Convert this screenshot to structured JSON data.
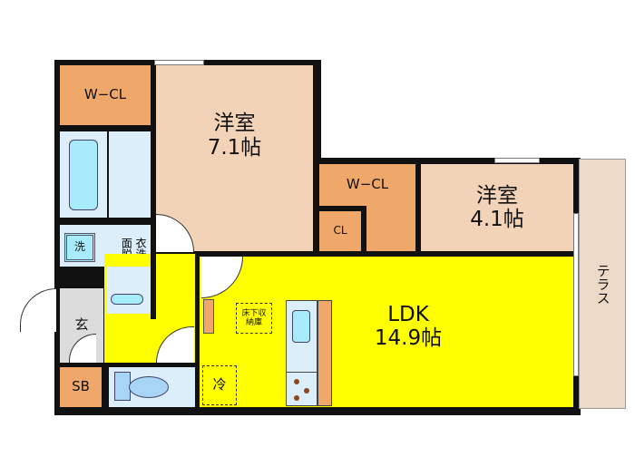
{
  "rooms": {
    "wcl1": "W−CL",
    "western1": {
      "name": "洋室",
      "size": "7.1帖"
    },
    "wcl2": "W−CL",
    "cl": "CL",
    "western2": {
      "name": "洋室",
      "size": "4.1帖"
    },
    "ldk": {
      "name": "LDK",
      "size": "14.9帖"
    },
    "terrace": "テラス",
    "entrance": "玄",
    "shoebox": "SB",
    "washer": "洗",
    "dressing": "衣洗所面脱",
    "underfloor": "床下収納庫",
    "fridge": "冷"
  },
  "colors": {
    "ldk": "#ffff00",
    "western": "#f2d3b8",
    "closet": "#f0a86a",
    "wet": "#dbeefa"
  }
}
